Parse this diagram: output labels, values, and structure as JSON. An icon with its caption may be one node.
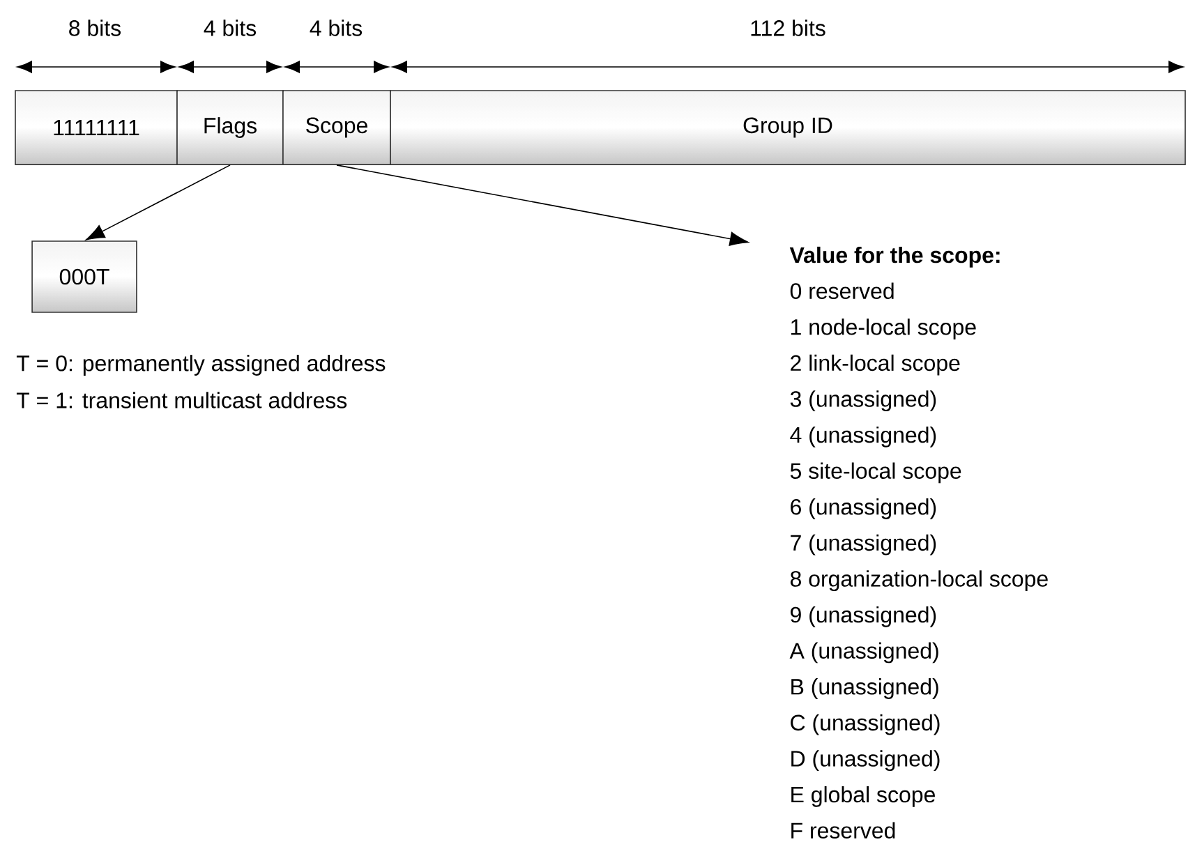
{
  "diagram": {
    "nodes": [
      {
        "text": [
          "11111111"
        ]
      },
      {
        "text": [
          "Flags"
        ]
      },
      {
        "text": [
          "Scope"
        ]
      },
      {
        "text": [
          "Group ID"
        ]
      },
      {
        "text": [
          "000T"
        ]
      },
      {
        "text": [
          "Value for the scope:",
          "0 reserved",
          "1 node-local scope",
          "2 link-local scope",
          "3 (unassigned)",
          "4 (unassigned)",
          "5 site-local scope",
          "6 (unassigned)",
          "7 (unassigned)",
          "8 organization-local scope",
          "9 (unassigned)",
          "A (unassigned)",
          "B (unassigned)",
          "C (unassigned)",
          "D (unassigned)",
          "E global scope",
          "F reserved"
        ]
      }
    ],
    "edges": [
      {
        "from": 1,
        "to": 4,
        "arrow": "to"
      },
      {
        "from": 2,
        "to": 5,
        "arrow": "to"
      }
    ],
    "labels": [
      "8 bits",
      "4 bits",
      "4 bits",
      "112 bits",
      "T = 0: permanently assigned address",
      "T = 1: transient multicast address"
    ]
  }
}
